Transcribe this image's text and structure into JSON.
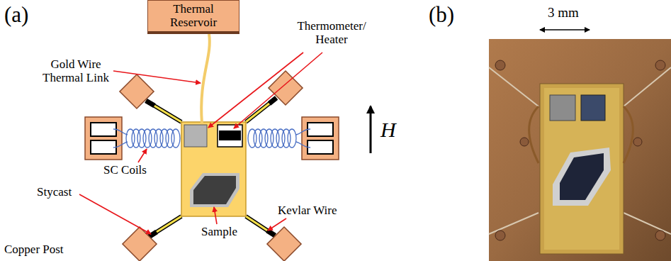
{
  "diagram": {
    "nodes": [
      {
        "text": [
          "Thermal Reservoir"
        ]
      }
    ],
    "labels": [
      "(a)",
      "Gold Wire Thermal Link",
      "Thermometer/ Heater",
      "H",
      "SC Coils",
      "Stycast",
      "Copper Post",
      "Sample",
      "Kevlar Wire",
      "(b)",
      "3 mm"
    ]
  }
}
